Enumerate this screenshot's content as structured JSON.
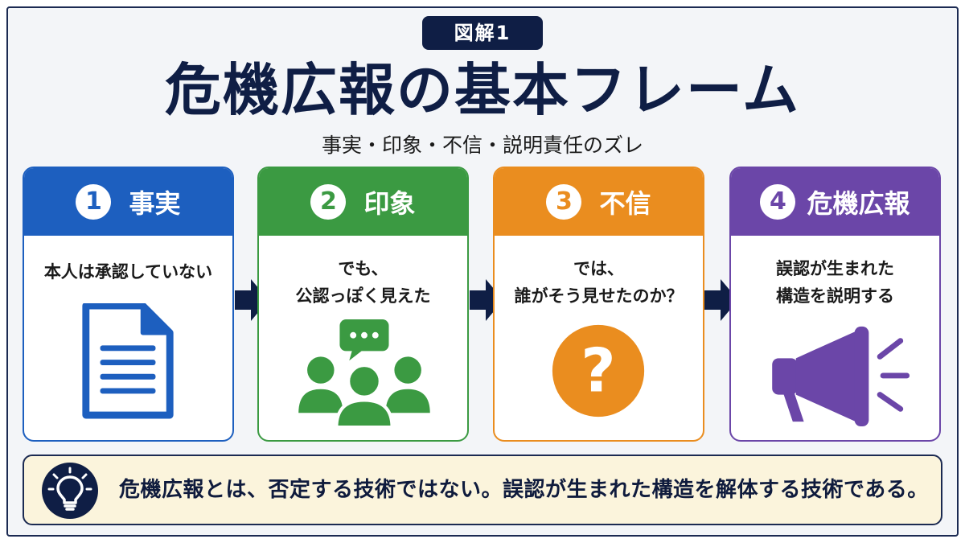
{
  "badge": "図解1",
  "title": "危機広報の基本フレーム",
  "subtitle": "事実・印象・不信・説明責任のズレ",
  "colors": {
    "navy": "#0f1e45",
    "blue": "#1d5fbf",
    "green": "#3b9a42",
    "orange": "#ea8d1f",
    "purple": "#6b46a8",
    "footer_bg": "#fbf4dc"
  },
  "cards": [
    {
      "num": "1",
      "heading": "事実",
      "text": "本人は承認していない",
      "icon": "document-icon"
    },
    {
      "num": "2",
      "heading": "印象",
      "text": "でも、\n公認っぽく見えた",
      "icon": "audience-speech-icon"
    },
    {
      "num": "3",
      "heading": "不信",
      "text": "では、\n誰がそう見せたのか？",
      "icon": "question-icon"
    },
    {
      "num": "4",
      "heading": "危機広報",
      "text": "誤認が生まれた\n構造を説明する",
      "icon": "megaphone-icon"
    }
  ],
  "footer": {
    "icon": "lightbulb-icon",
    "text": "危機広報とは、否定する技術ではない。誤認が生まれた構造を解体する技術である。"
  }
}
